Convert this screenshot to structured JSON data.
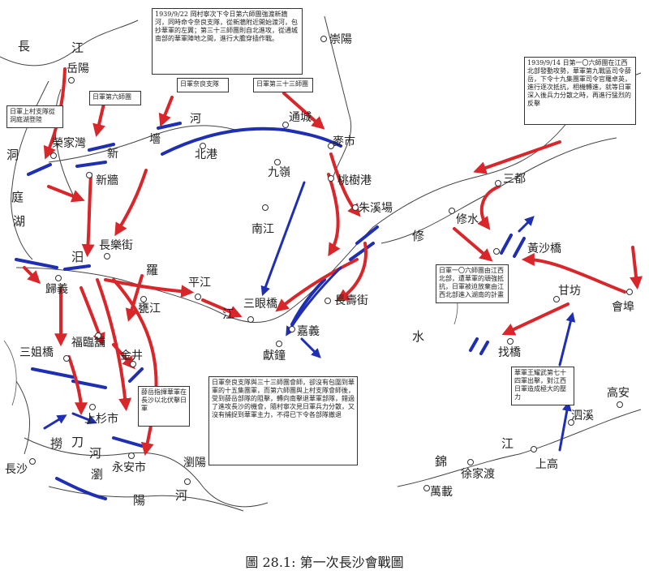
{
  "caption": "圖 28.1: 第一次長沙會戰圖",
  "boxes": {
    "b0922": "1939/9/22 岡村寧次下令日第六師團強渡新牆河，同時命令奈良支隊，從新牆附近開始渡河，包抄華軍的左翼；第三十三師團則自北進攻，從通城南部的華軍陣地之間，進行大膽穿插作戰。",
    "b0914": "1939/9/14 日第一〇六師團在江西北部發動攻勢，華軍第九戰區司令薛岳，下令十九集團軍司令官羅卓英，進行逐次抵抗，相機轉進，就等日軍深入後兵力分散之時，再進行猛烈的反擊",
    "b_shanggun": "日軍上村支隊從洞庭湖登陸",
    "b_div6": "日軍第六師團",
    "b_naliang": "日軍奈良支隊",
    "b_div33": "日軍第三十三師團",
    "b_106": "日軍一〇六師團由江西北部，遭華軍的頑強抵抗，日軍被迫放棄由江西北部進入湖南的計畫",
    "b_center": "日軍奈良支隊與三十三師團會師，卻沒有包圍到華軍的十五集團軍，而第六師團與上村支隊會師後，受到薛岳部隊的阻擊，轉向南擊退華軍部隊，錯過了進攻長沙的機會，隨村寧次見日軍兵力分散，又沒有捕捉到華軍主力，不得已下令各部隊撤退",
    "b_xue": "薛岳指揮華軍在長沙以北伏擊日軍",
    "b_74": "華軍王耀武第七十四軍出擊，對江西日軍造成極大的壓力"
  },
  "places": {
    "yueyang": "岳陽",
    "rongjiawan": "榮家灣",
    "xinqiang": "新牆",
    "xin": "新",
    "he_xin": "河",
    "beigang": "北港",
    "tongcheng": "通城",
    "maishi": "麥市",
    "jiuling": "九嶺",
    "taoshugang": "桃樹港",
    "zhuxichang": "朱溪場",
    "nanjiang": "南江",
    "changlejie": "長樂街",
    "mi": "汨",
    "luo": "羅",
    "pingjiang": "平江",
    "jiang_mi": "江",
    "guiyi": "歸義",
    "wengjiang": "甕江",
    "sanyanqiao": "三眼橋",
    "changshoujie": "長壽街",
    "jiayi": "嘉義",
    "xianzhong": "獻鐘",
    "sanjieqiao": "三姐橋",
    "fulinpu": "福臨舖",
    "jinjing": "金井",
    "shangshanshi": "上杉市",
    "lao": "撈",
    "dao": "刀",
    "he_laodao": "河",
    "changsha": "長沙",
    "liu": "瀏",
    "yang": "陽",
    "he_liuyang": "河",
    "yonganshi": "永安市",
    "liuyang_city": "瀏陽",
    "chongyang": "崇陽",
    "sandu": "三都",
    "xiushui": "修水",
    "huangshaqiao": "黃沙橋",
    "xiu": "修",
    "shui": "水",
    "ganfang": "甘坊",
    "huibu": "會埠",
    "zhaoqiao": "找橋",
    "gaoan": "高安",
    "sixi": "泗溪",
    "jiang_jin": "江",
    "jin": "錦",
    "xujiadu": "徐家渡",
    "shanggao": "上高",
    "wanzai": "萬載",
    "chang_yz": "長",
    "jiang_yz": "江",
    "dong": "洞",
    "ting": "庭",
    "hu": "湖"
  }
}
